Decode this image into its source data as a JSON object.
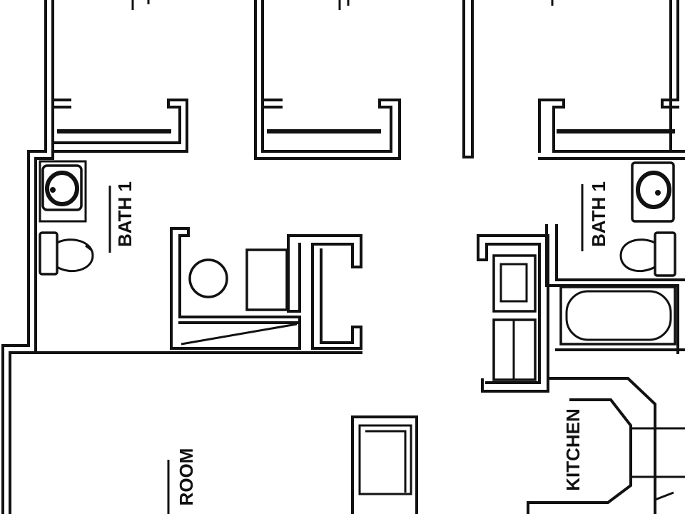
{
  "rooms": {
    "bath_left": "BATH 1",
    "bath_right": "BATH 1",
    "kitchen": "KITCHEN",
    "room": "ROOM"
  }
}
